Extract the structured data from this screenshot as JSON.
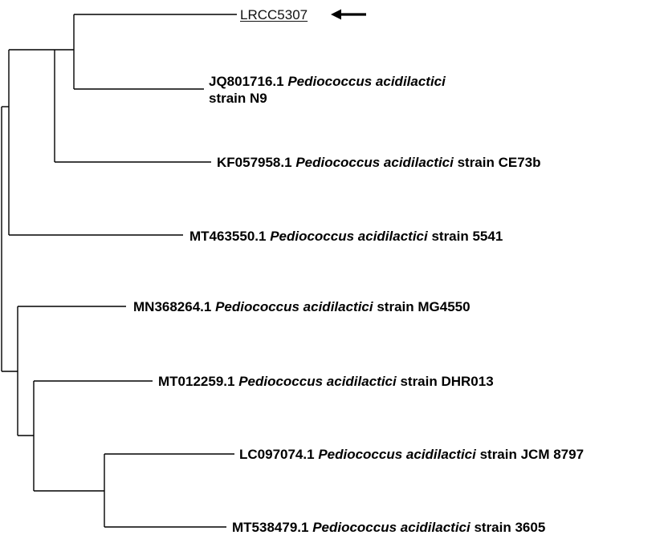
{
  "tree": {
    "query_leaf": "LRCC5307",
    "leaves": [
      {
        "accession": "JQ801716.1",
        "species": "Pediococcus acidilactici",
        "strain": "strain N9"
      },
      {
        "accession": "KF057958.1",
        "species": "Pediococcus acidilactici",
        "strain": "strain CE73b"
      },
      {
        "accession": "MT463550.1",
        "species": "Pediococcus acidilactici",
        "strain": "strain 5541"
      },
      {
        "accession": "MN368264.1",
        "species": "Pediococcus acidilactici",
        "strain": "strain MG4550"
      },
      {
        "accession": "MT012259.1",
        "species": "Pediococcus acidilactici",
        "strain": "strain DHR013"
      },
      {
        "accession": "LC097074.1",
        "species": "Pediococcus acidilactici",
        "strain": "strain JCM 8797"
      },
      {
        "accession": "MT538479.1",
        "species": "Pediococcus acidilactici",
        "strain": "strain 3605"
      }
    ],
    "colors": {
      "line": "#000000",
      "text": "#000000"
    }
  }
}
